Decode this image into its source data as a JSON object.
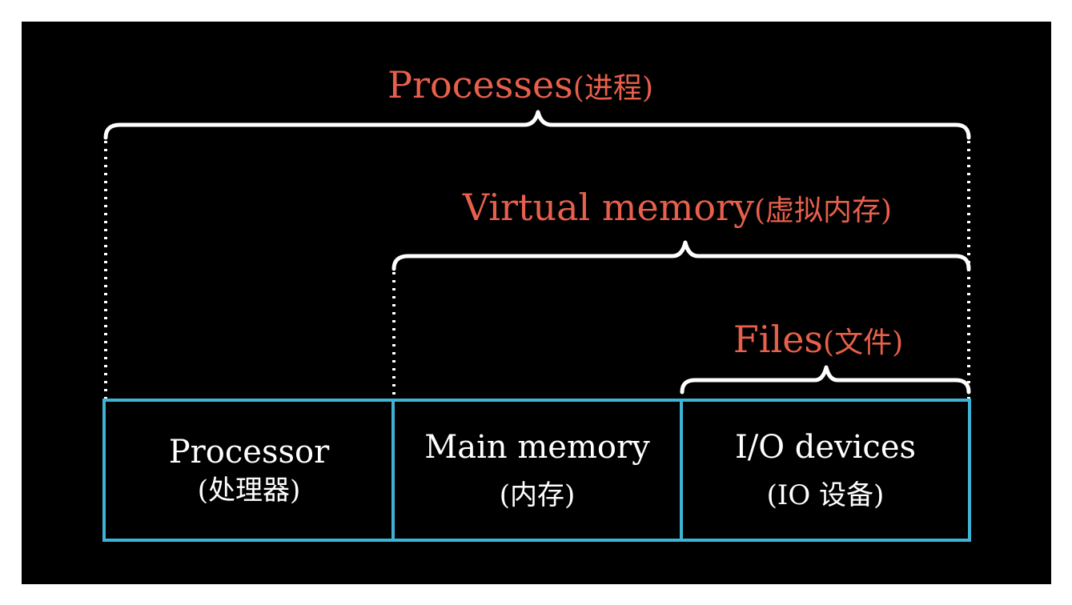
{
  "colors": {
    "background": "#000000",
    "frame": "#ffffff",
    "abstraction_text": "#e8604c",
    "hardware_box": "#3fb3d6",
    "hardware_text": "#ffffff",
    "brace": "#ffffff"
  },
  "abstractions": [
    {
      "id": "processes",
      "label": "Processes",
      "label_cn": "(进程)"
    },
    {
      "id": "virtual_memory",
      "label": "Virtual memory",
      "label_cn": "(虚拟内存)"
    },
    {
      "id": "files",
      "label": "Files",
      "label_cn": "(文件)"
    }
  ],
  "hardware": [
    {
      "id": "processor",
      "label": "Processor",
      "label_cn": "(处理器)"
    },
    {
      "id": "main_memory",
      "label": "Main memory",
      "label_cn": "(内存)"
    },
    {
      "id": "io_devices",
      "label": "I/O devices",
      "label_cn": "(IO 设备)"
    }
  ]
}
